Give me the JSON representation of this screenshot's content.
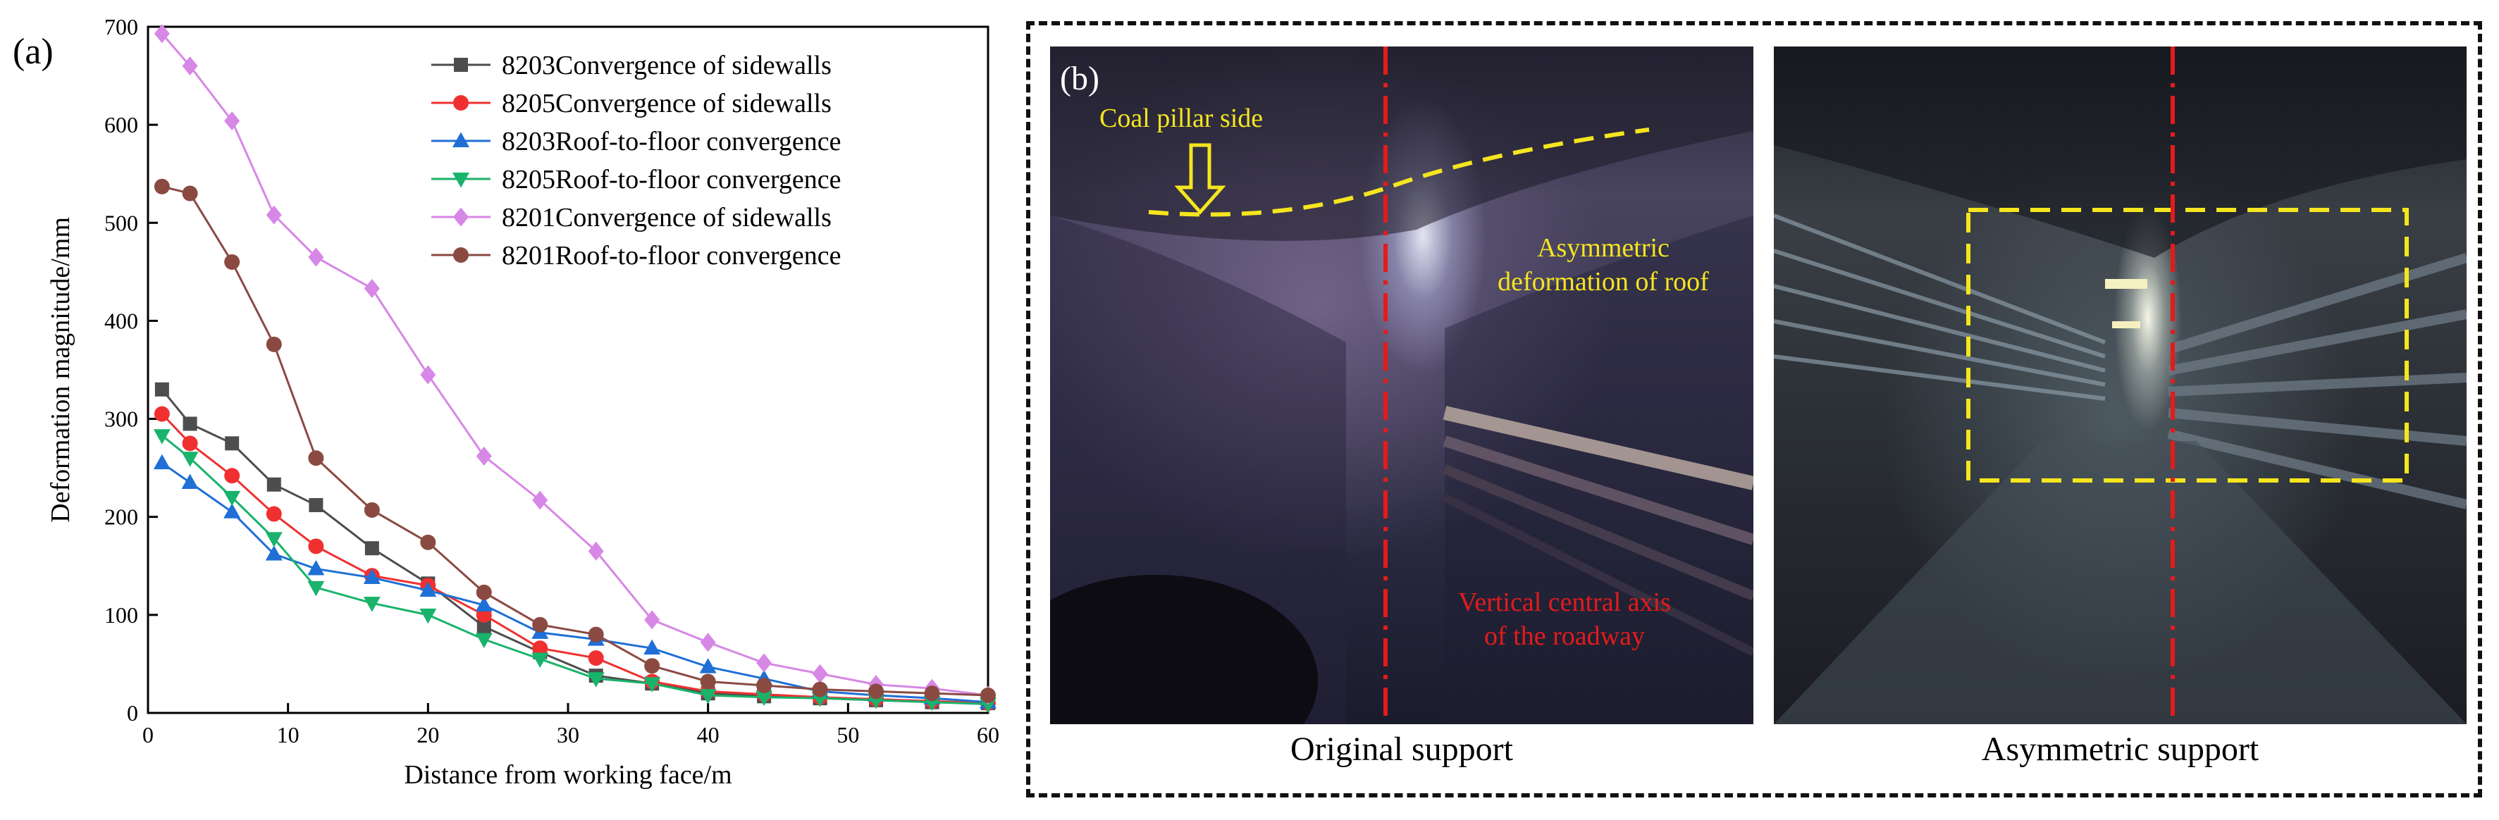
{
  "panel_a_label": "(a)",
  "panel_b_label": "(b)",
  "chart_data": {
    "type": "line",
    "xlabel": "Distance from working face/m",
    "ylabel": "Deformation magnitude/mm",
    "xlim": [
      0,
      60
    ],
    "ylim": [
      0,
      700
    ],
    "xticks": [
      0,
      10,
      20,
      30,
      40,
      50,
      60
    ],
    "yticks": [
      0,
      100,
      200,
      300,
      400,
      500,
      600,
      700
    ],
    "legend_position": "top-right",
    "grid": false,
    "x": [
      1,
      3,
      6,
      9,
      12,
      16,
      20,
      24,
      28,
      32,
      36,
      40,
      44,
      48,
      52,
      56,
      60
    ],
    "series": [
      {
        "name": "8203Convergence of sidewalls",
        "color": "#4d4d4d",
        "marker": "square",
        "values": [
          330,
          295,
          275,
          233,
          212,
          168,
          132,
          88,
          62,
          38,
          30,
          20,
          17,
          15,
          13,
          11,
          10
        ]
      },
      {
        "name": "8205Convergence of sidewalls",
        "color": "#f03030",
        "marker": "circle",
        "values": [
          305,
          275,
          242,
          203,
          170,
          140,
          130,
          100,
          66,
          56,
          32,
          22,
          19,
          16,
          14,
          12,
          10
        ]
      },
      {
        "name": "8203Roof-to-floor convergence",
        "color": "#1f6fd6",
        "marker": "triangle-up",
        "values": [
          255,
          235,
          205,
          162,
          147,
          138,
          125,
          110,
          82,
          75,
          66,
          47,
          35,
          22,
          18,
          15,
          11
        ]
      },
      {
        "name": "8205Roof-to-floor convergence",
        "color": "#19b36b",
        "marker": "triangle-down",
        "values": [
          283,
          260,
          220,
          178,
          128,
          112,
          100,
          75,
          55,
          35,
          30,
          18,
          16,
          15,
          13,
          11,
          9
        ]
      },
      {
        "name": "8201Convergence of sidewalls",
        "color": "#d787e6",
        "marker": "diamond",
        "values": [
          693,
          660,
          604,
          508,
          465,
          433,
          345,
          262,
          217,
          165,
          95,
          72,
          51,
          40,
          29,
          25,
          18
        ]
      },
      {
        "name": "8201Roof-to-floor convergence",
        "color": "#8a4a42",
        "marker": "circle",
        "values": [
          537,
          530,
          460,
          376,
          260,
          207,
          174,
          123,
          90,
          80,
          48,
          32,
          28,
          24,
          22,
          20,
          18
        ]
      }
    ]
  },
  "photos": {
    "original": {
      "caption": "Original support",
      "annotations": {
        "coal_pillar": "Coal pillar side",
        "asym_line1": "Asymmetric",
        "asym_line2": "deformation of roof",
        "axis_line1": "Vertical central axis",
        "axis_line2": "of the roadway"
      },
      "colors": {
        "annotation_yellow": "#f5e51e",
        "axis_red": "#e31b1b"
      }
    },
    "asymmetric": {
      "caption": "Asymmetric support",
      "colors": {
        "box_yellow": "#f5e51e",
        "axis_red": "#e31b1b"
      }
    }
  }
}
